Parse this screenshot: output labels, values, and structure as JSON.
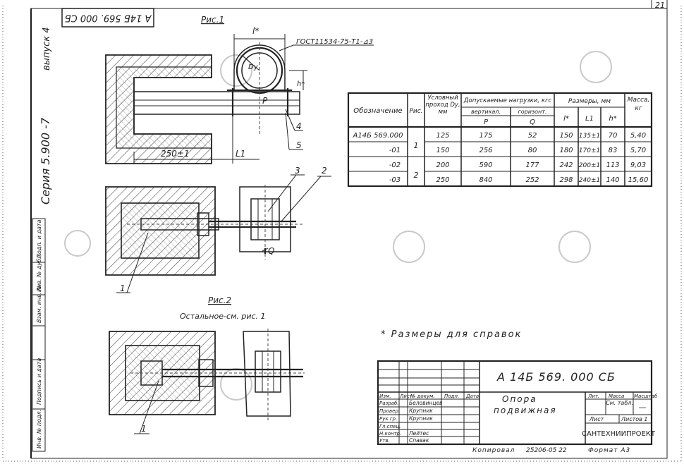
{
  "sheet": {
    "number": "21",
    "top_code": "А 14Б 569. 000 СБ",
    "series": "Серия 5.900 -7",
    "issue": "выпуск 4"
  },
  "views": {
    "fig1_title": "Рис.1",
    "fig2_title": "Рис.2",
    "fig2_note": "Остальное-см. рис. 1",
    "weld_note": "ГОСТ11534-75-Т1-⊿3",
    "dim_250": "250±1",
    "dim_l": "l*",
    "dim_l1": "L1",
    "dim_h": "h*",
    "dim_d": "Dу",
    "label_p": "P",
    "label_q": "Q",
    "callouts": [
      "1",
      "2",
      "3",
      "4",
      "5",
      "1"
    ]
  },
  "table": {
    "headers": {
      "designation": "Обозначение",
      "fig": "Рис.",
      "passage": "Условный проход Dу, мм",
      "loads": "Допускаемые нагрузки, кгс",
      "vertical": "вертикал.",
      "horizontal": "горизонт.",
      "p": "P",
      "q": "Q",
      "sizes": "Размеры, мм",
      "l": "l*",
      "l1": "L1",
      "h": "h*",
      "mass": "Масса, кг"
    },
    "rows": [
      {
        "designation": "А14Б 569.000",
        "dy": "125",
        "p": "175",
        "q": "52",
        "l": "150",
        "l1": "135±1",
        "h": "70",
        "mass": "5,40"
      },
      {
        "designation": "-01",
        "dy": "150",
        "p": "256",
        "q": "80",
        "l": "180",
        "l1": "170±1",
        "h": "83",
        "mass": "5,70"
      },
      {
        "designation": "-02",
        "dy": "200",
        "p": "590",
        "q": "177",
        "l": "242",
        "l1": "200±1",
        "h": "113",
        "mass": "9,03"
      },
      {
        "designation": "-03",
        "dy": "250",
        "p": "840",
        "q": "252",
        "l": "298",
        "l1": "240±1",
        "h": "140",
        "mass": "15,60"
      }
    ],
    "fig_values": [
      "1",
      "2"
    ]
  },
  "note": "* Размеры для справок",
  "title_block": {
    "code": "А 14Б 569. 000 СБ",
    "name_line1": "Опора",
    "name_line2": "подвижная",
    "col_headers": [
      "Изм.",
      "Лист",
      "№ докум.",
      "Подп.",
      "Дата"
    ],
    "roles": [
      "Разраб.",
      "Провер.",
      "Рук.гр.",
      "Гл.спец.",
      "Н.контр.",
      "Утв."
    ],
    "people": [
      "Беловинцев",
      "Крупник",
      "Крупник",
      "",
      "Лейтес",
      "Спавак"
    ],
    "lit_label": "Лит.",
    "mass_label": "Масса",
    "scale_label": "Масштаб",
    "mass_value": "См. табл.",
    "scale_value": "—",
    "sheet_label": "Лист",
    "sheets_label": "Листов 1",
    "org": "САНТЕХНИИПРОЕКТ",
    "copied": "Копировал",
    "order": "25206-05 22",
    "format": "Формат А3"
  },
  "side_stamp": [
    "Инв. № подл.",
    "Подпись и дата",
    "Взам. инв. №",
    "Инв. № дубл.",
    "Подп. и дата"
  ]
}
